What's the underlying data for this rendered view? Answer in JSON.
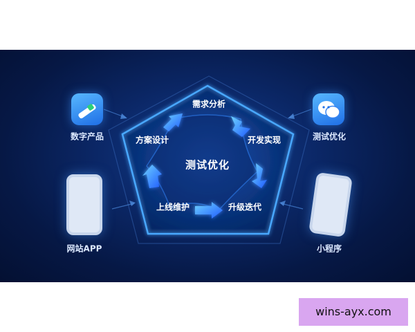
{
  "center_label": "测试优化",
  "cycle_steps": [
    {
      "id": "demand",
      "label": "需求分析"
    },
    {
      "id": "develop",
      "label": "开发实现"
    },
    {
      "id": "upgrade",
      "label": "升级迭代"
    },
    {
      "id": "launch",
      "label": "上线维护"
    },
    {
      "id": "design",
      "label": "方案设计"
    }
  ],
  "outer_items": [
    {
      "id": "digital-product",
      "label": "数字产品",
      "icon": "pen-icon"
    },
    {
      "id": "test-opt",
      "label": "测试优化",
      "icon": "chat-bubbles-icon"
    },
    {
      "id": "web-app",
      "label": "网站APP",
      "icon": "phone-app-icon"
    },
    {
      "id": "mini-program",
      "label": "小程序",
      "icon": "phone-user-icon"
    }
  ],
  "watermark": "wins-ayx.com",
  "colors": {
    "background": "#061845",
    "accent": "#2b8cff",
    "watermark_bg": "#d9a6f0"
  }
}
